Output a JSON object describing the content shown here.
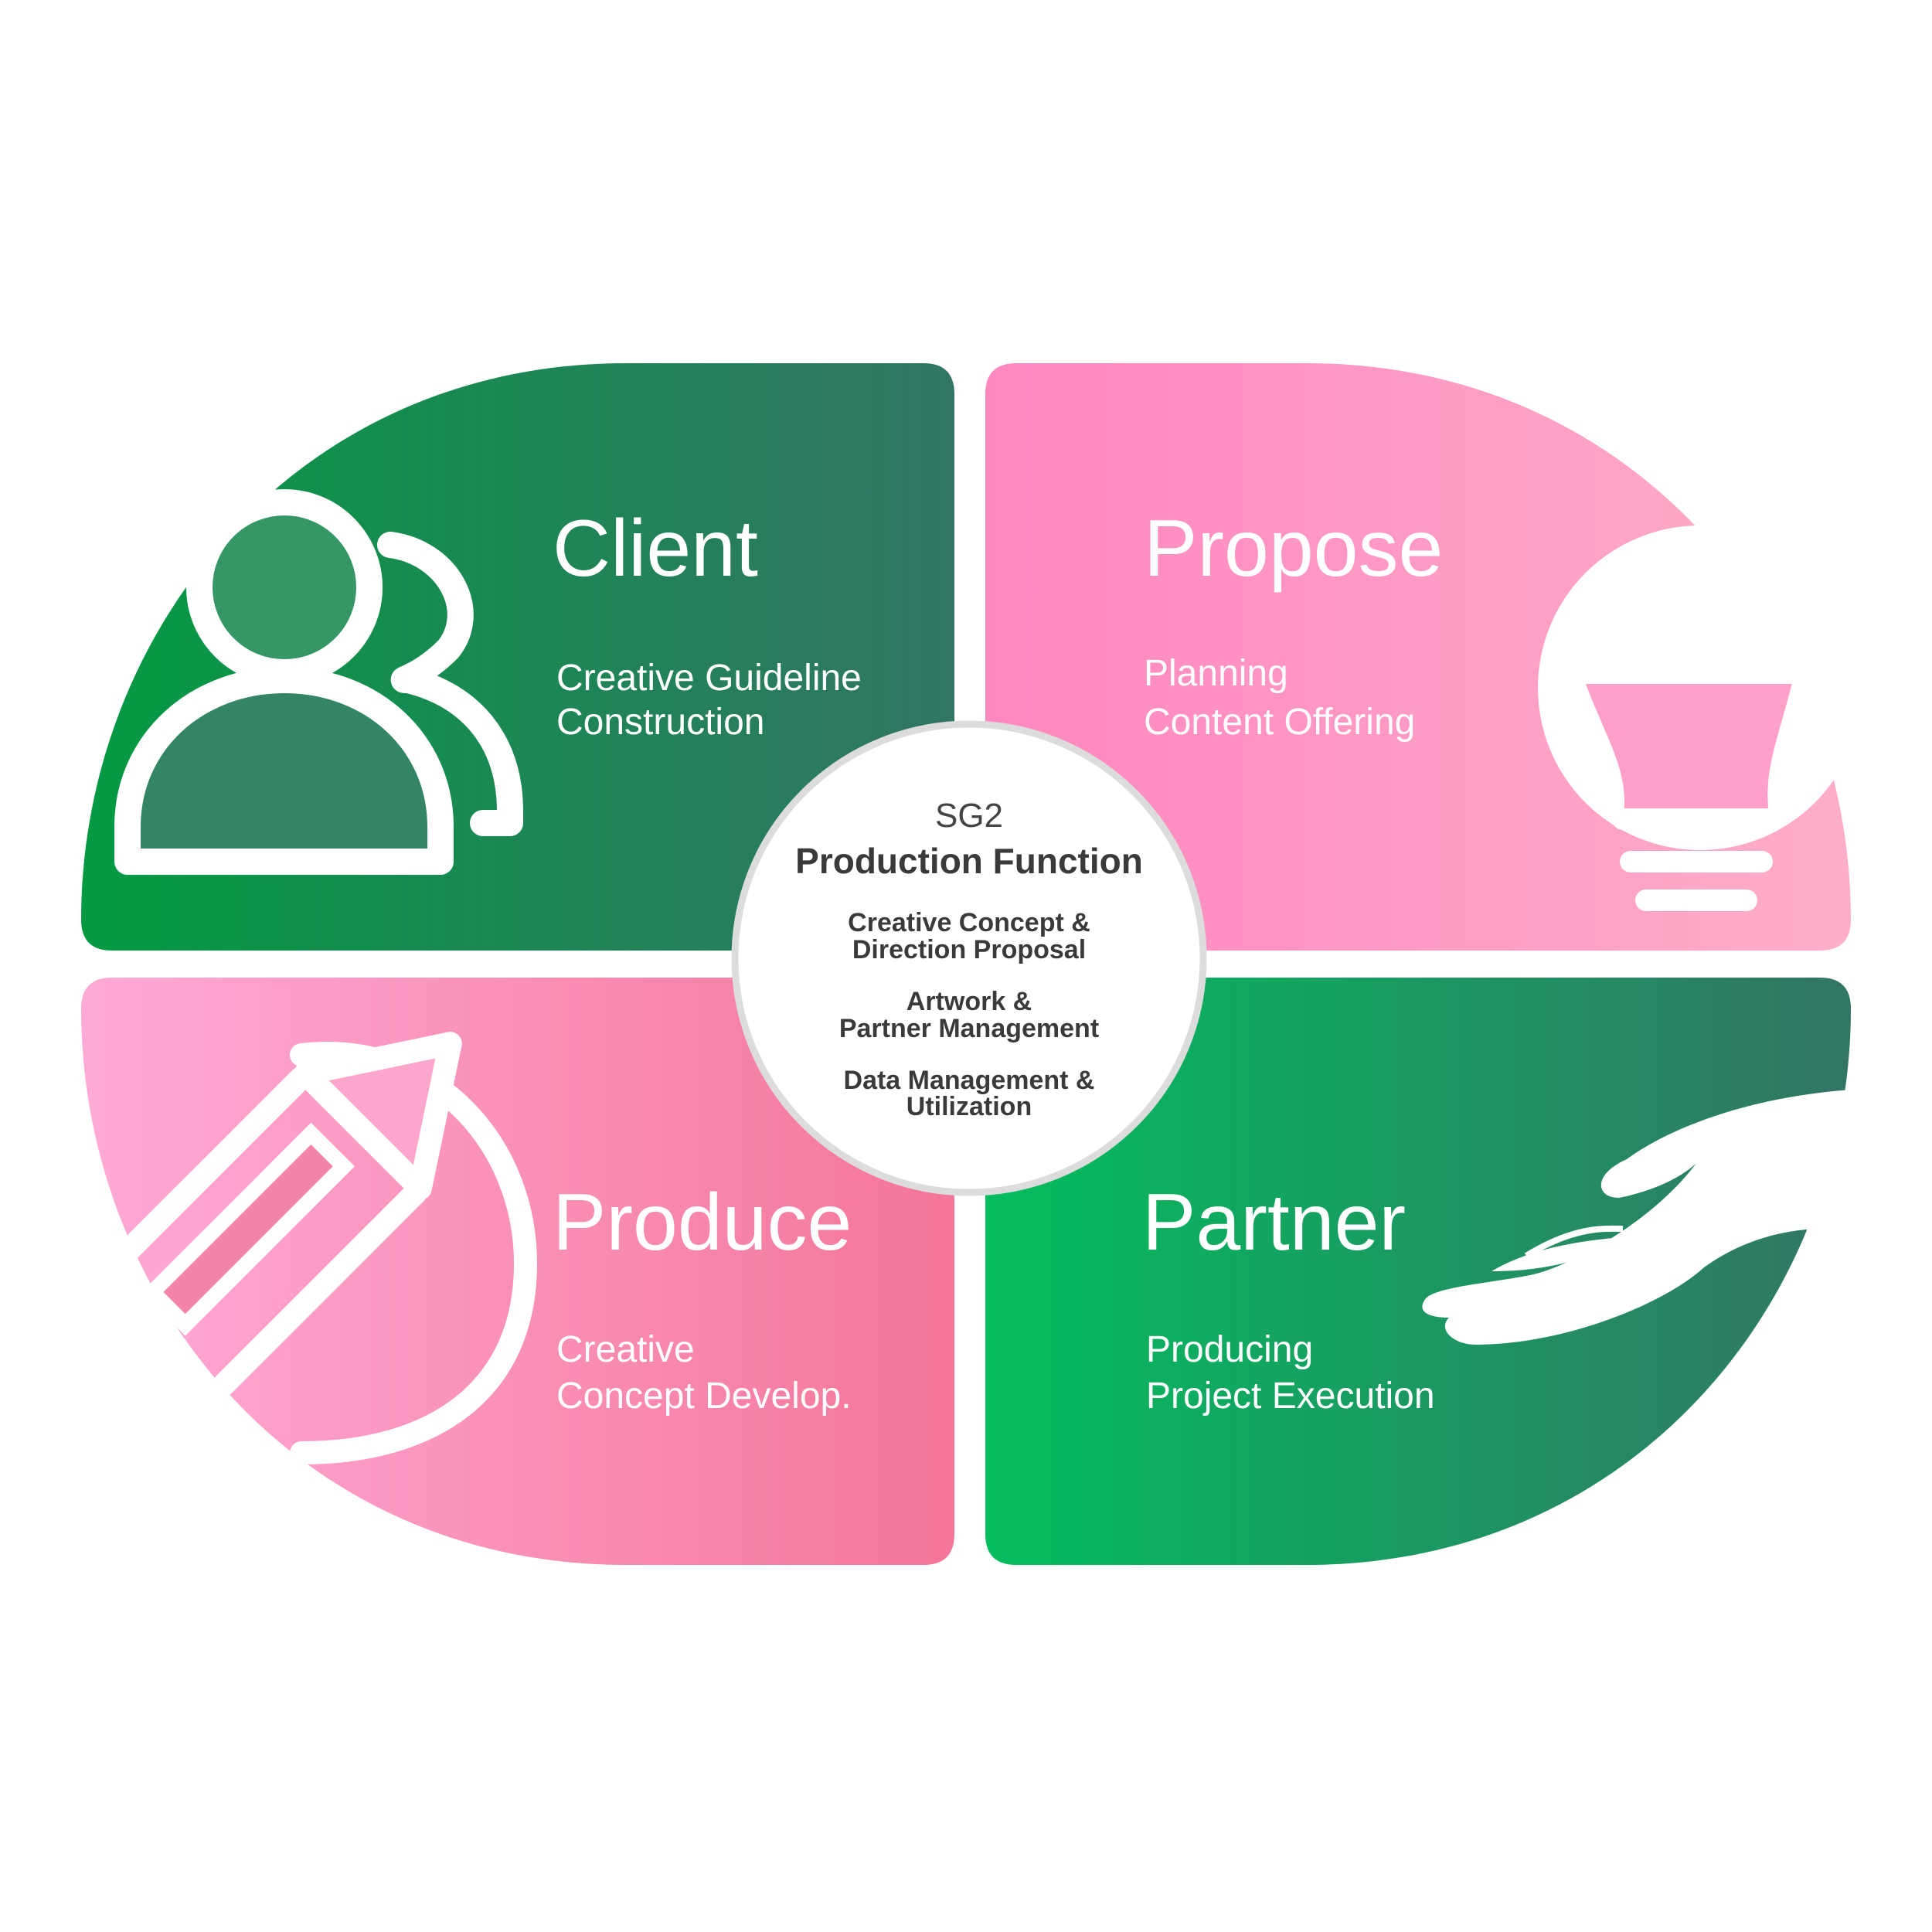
{
  "center": {
    "label": "SG2",
    "title": "Production Function",
    "items": [
      {
        "line1": "Creative Concept &",
        "line2": "Direction Proposal"
      },
      {
        "line1": "Artwork &",
        "line2": "Partner Management"
      },
      {
        "line1": "Data Management &",
        "line2": "Utilization"
      }
    ]
  },
  "quadrants": {
    "client": {
      "title": "Client",
      "line1": "Creative Guideline",
      "line2": "Construction",
      "icon": "users-icon"
    },
    "propose": {
      "title": "Propose",
      "line1": "Planning",
      "line2": "Content Offering",
      "icon": "lightbulb-icon"
    },
    "produce": {
      "title": "Produce",
      "line1": "Creative",
      "line2": "Concept Develop.",
      "icon": "pencil-icon"
    },
    "partner": {
      "title": "Partner",
      "line1": "Producing",
      "line2": "Project Execution",
      "icon": "hand-leaf-icon"
    }
  },
  "colors": {
    "green_start": "#049a42",
    "green_end": "#327565",
    "pink_start": "#ff87bf",
    "pink_end": "#ffaec9",
    "produce_start": "#ffaad6",
    "produce_end": "#f47699",
    "partner_start": "#03bd5e"
  }
}
